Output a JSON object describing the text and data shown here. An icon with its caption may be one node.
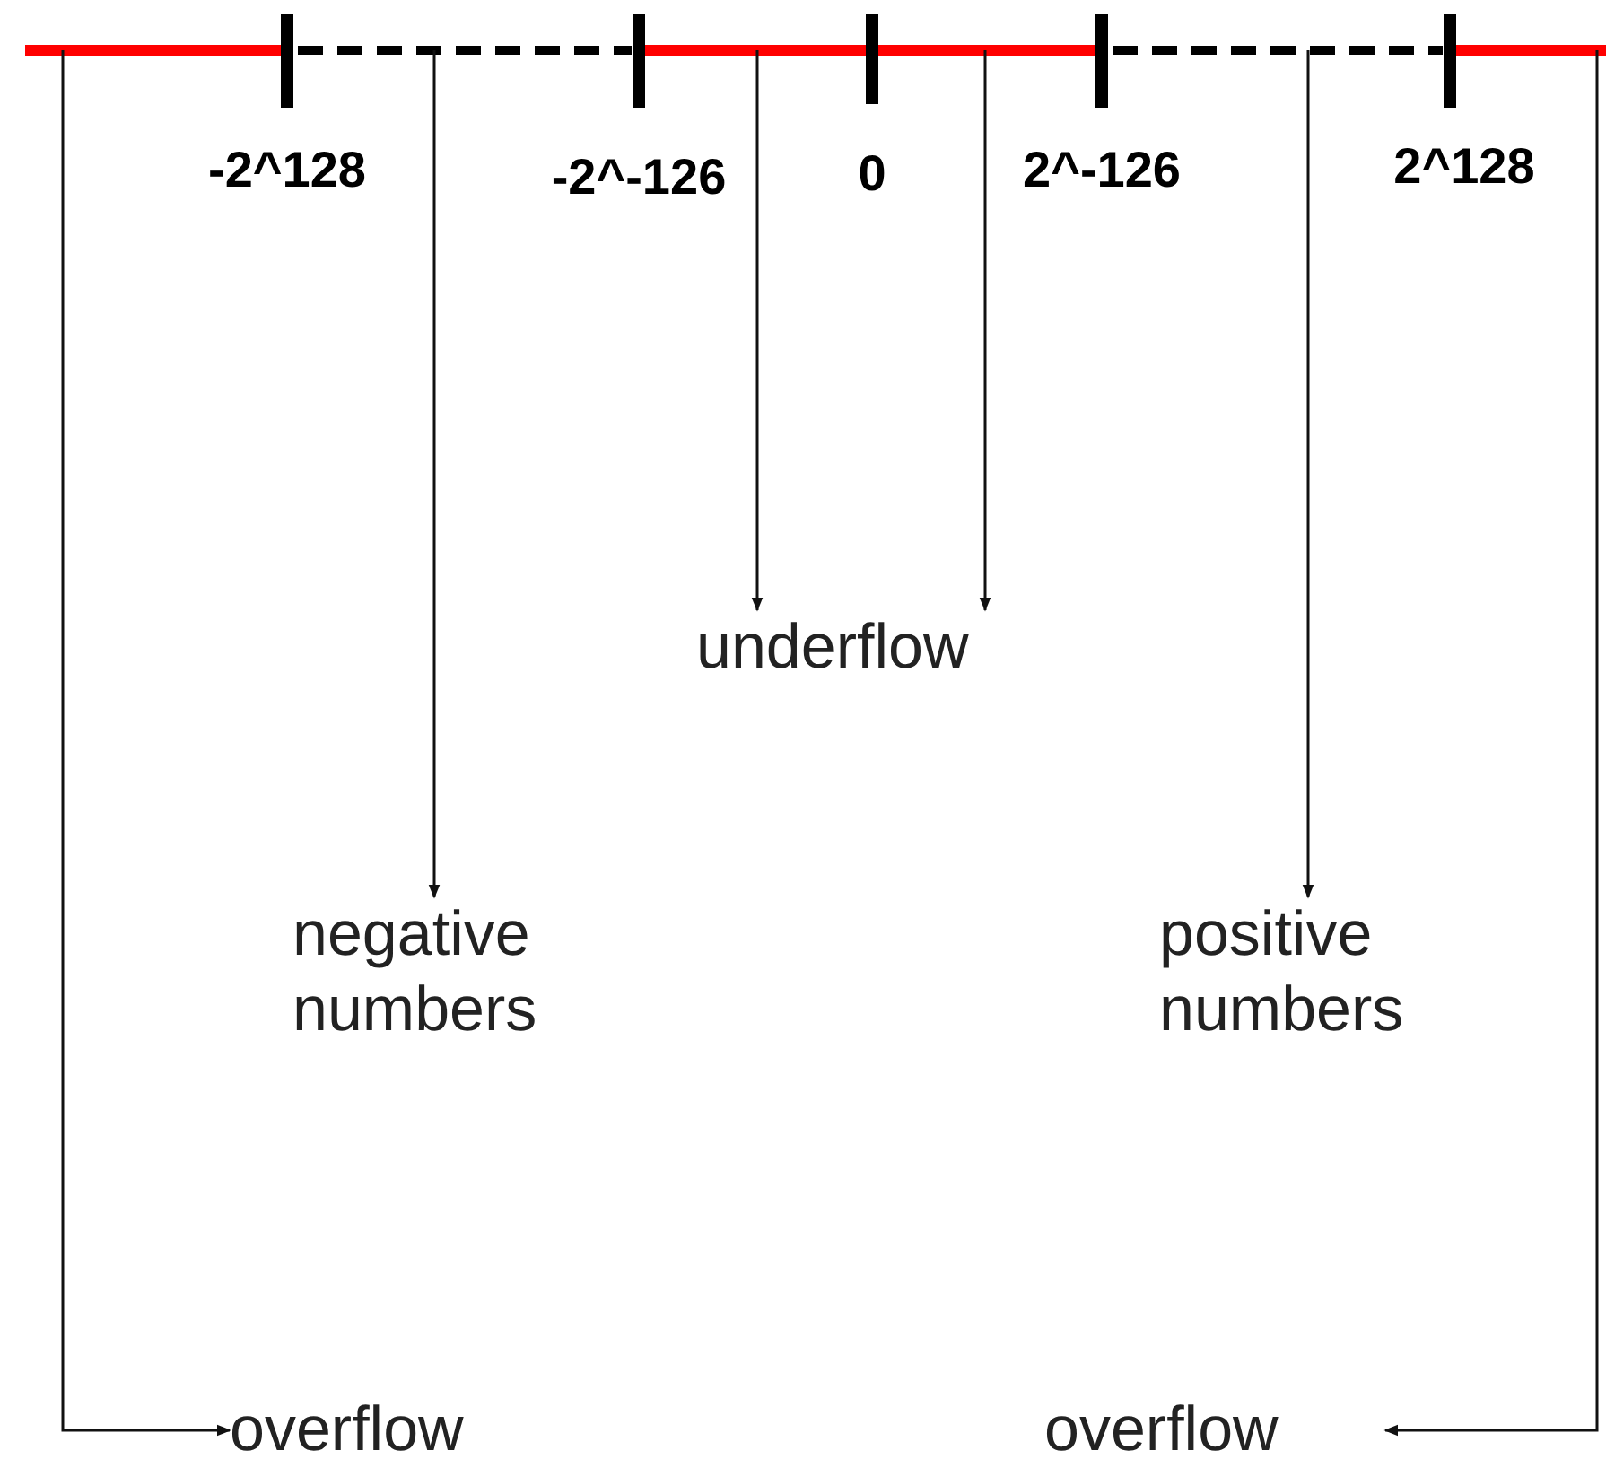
{
  "diagram": {
    "nodes": [
      {
        "text": [
          "underflow"
        ]
      },
      {
        "text": [
          "negative numbers"
        ]
      },
      {
        "text": [
          "positive numbers"
        ]
      },
      {
        "text": [
          "overflow"
        ]
      },
      {
        "text": [
          "overflow"
        ]
      }
    ],
    "edges": [
      {
        "from": null,
        "to": 1,
        "arrow": "to"
      },
      {
        "from": null,
        "to": 0,
        "arrow": "to"
      },
      {
        "from": null,
        "to": 0,
        "arrow": "to"
      },
      {
        "from": null,
        "to": 2,
        "arrow": "to"
      },
      {
        "from": null,
        "to": 3,
        "arrow": "to"
      },
      {
        "from": null,
        "to": 4,
        "arrow": "to"
      }
    ],
    "labels": [
      "-2^128",
      "-2^-126",
      "0",
      "2^-126",
      "2^128"
    ]
  }
}
